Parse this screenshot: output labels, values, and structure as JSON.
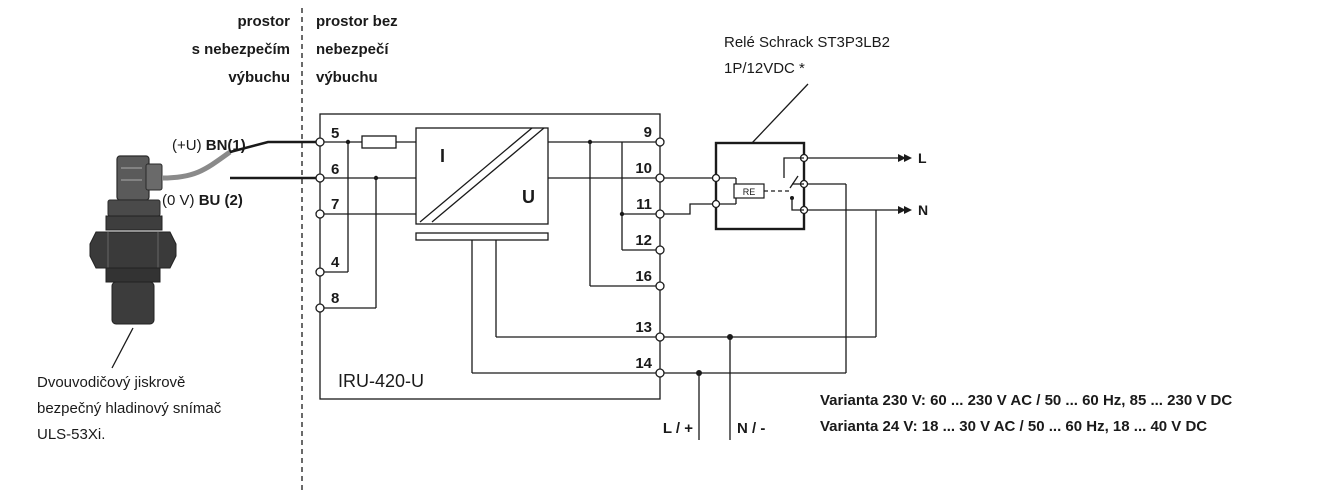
{
  "zone_hazard": [
    "prostor",
    "s nebezpečím",
    "výbuchu"
  ],
  "zone_safe": [
    "prostor bez",
    "nebezpečí",
    "výbuchu"
  ],
  "relay": {
    "line1": "Relé Schrack ST3P3LB2",
    "line2": "1P/12VDC *",
    "coil_label": "RE"
  },
  "outputs": {
    "L": "L",
    "N": "N"
  },
  "wires": {
    "bn_prefix": "(+U)",
    "bn_label": "BN(1)",
    "bu_prefix": "(0 V)",
    "bu_label": "BU (2)"
  },
  "converter": {
    "input": "I",
    "output": "U",
    "model": "IRU-420-U"
  },
  "terminals": {
    "t5": "5",
    "t6": "6",
    "t7": "7",
    "t4": "4",
    "t8": "8",
    "t9": "9",
    "t10": "10",
    "t11": "11",
    "t12": "12",
    "t16": "16",
    "t13": "13",
    "t14": "14"
  },
  "supply": {
    "plus": "L / +",
    "minus": "N / -"
  },
  "variants": [
    "Varianta 230 V: 60 ... 230 V AC / 50 ... 60 Hz, 85 ... 230 V DC",
    "Varianta 24 V: 18 ... 30 V AC / 50 ... 60 Hz, 18 ... 40 V DC"
  ],
  "sensor_caption": [
    "Dvouvodičový jiskrově",
    "bezpečný hladinový snímač",
    "ULS-53Xi."
  ]
}
